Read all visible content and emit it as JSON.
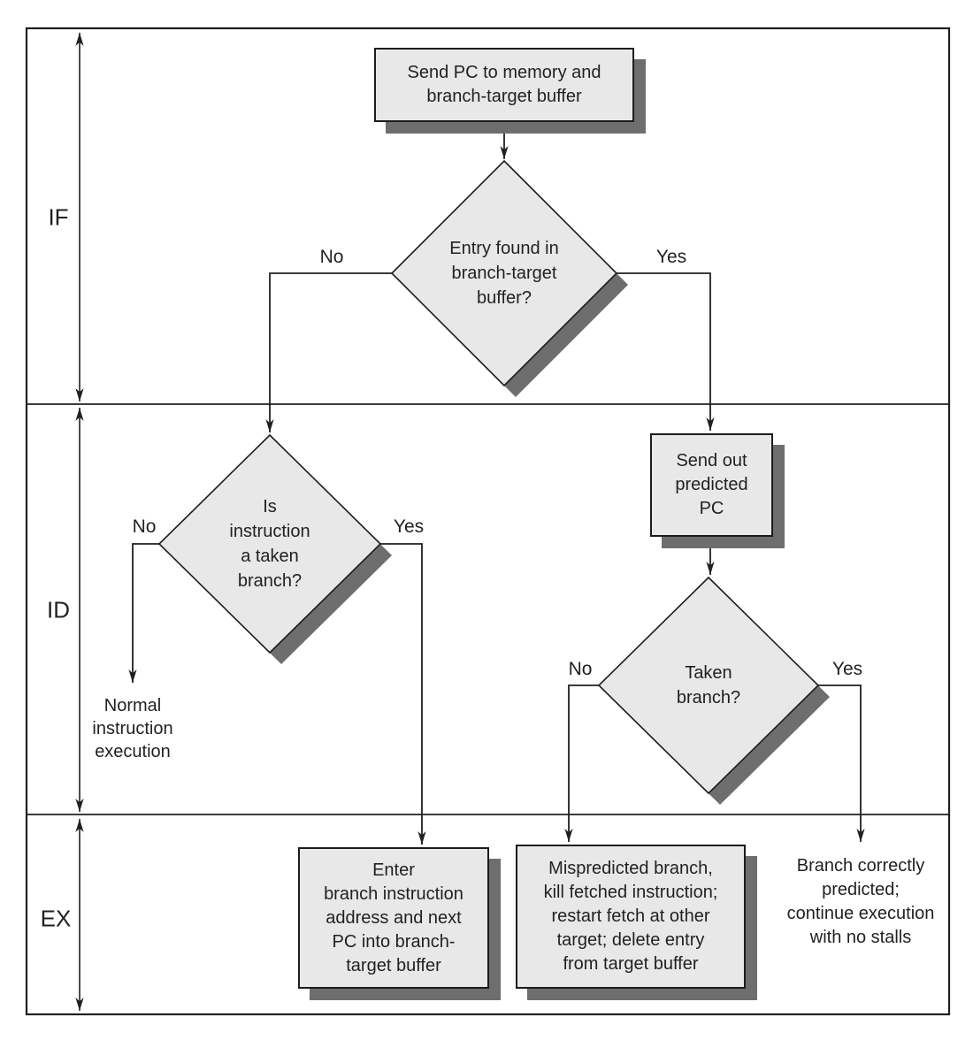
{
  "colors": {
    "node_fill": "#e8e8e8",
    "node_border": "#1c1c1c",
    "shadow": "#6e6e6e",
    "line": "#231f20",
    "background": "#ffffff"
  },
  "stages": [
    {
      "label": "IF"
    },
    {
      "label": "ID"
    },
    {
      "label": "EX"
    }
  ],
  "branch_labels": {
    "no": "No",
    "yes": "Yes"
  },
  "nodes": {
    "send_pc": {
      "type": "process",
      "lines": [
        "Send PC to memory and",
        "branch-target buffer"
      ]
    },
    "entry_found": {
      "type": "decision",
      "lines": [
        "Entry found in",
        "branch-target",
        "buffer?"
      ]
    },
    "send_predicted_pc": {
      "type": "process",
      "lines": [
        "Send out",
        "predicted",
        "PC"
      ]
    },
    "is_taken_branch": {
      "type": "decision",
      "lines": [
        "Is",
        "instruction",
        "a taken",
        "branch?"
      ]
    },
    "taken_branch": {
      "type": "decision",
      "lines": [
        "Taken",
        "branch?"
      ]
    },
    "normal_execution": {
      "type": "text",
      "lines": [
        "Normal",
        "instruction",
        "execution"
      ]
    },
    "enter_branch": {
      "type": "process",
      "lines": [
        "Enter",
        "branch instruction",
        "address and next",
        "PC into branch-",
        "target buffer"
      ]
    },
    "mispredicted": {
      "type": "process",
      "lines": [
        "Mispredicted branch,",
        "kill fetched instruction;",
        "restart fetch at other",
        "target; delete entry",
        "from target buffer"
      ]
    },
    "correctly_predicted": {
      "type": "text",
      "lines": [
        "Branch correctly",
        "predicted;",
        "continue execution",
        "with no stalls"
      ]
    }
  }
}
